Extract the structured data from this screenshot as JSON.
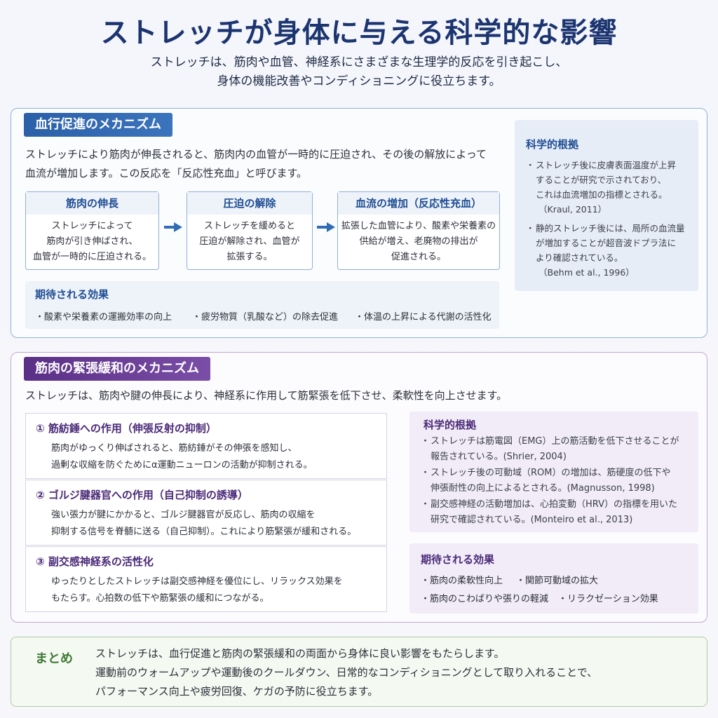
{
  "title": "ストレッチが身体に与える科学的な影響",
  "subtitle": [
    "ストレッチは、筋肉や血管、神経系にさまざまな生理学的反応を引き起こし、",
    "身体の機能改善やコンディショニングに役立ちます。"
  ],
  "blood": {
    "heading": "血行促進のメカニズム",
    "intro": [
      "ストレッチにより筋肉が伸長されると、筋肉内の血管が一時的に圧迫され、その後の解放によって",
      "血流が増加します。この反応を「反応性充血」と呼びます。"
    ],
    "steps": [
      {
        "title": "筋肉の伸長",
        "lines": [
          "ストレッチによって",
          "筋肉が引き伸ばされ、",
          "血管が一時的に圧迫される。"
        ]
      },
      {
        "title": "圧迫の解除",
        "lines": [
          "ストレッチを緩めると",
          "圧迫が解除され、血管が",
          "拡張する。"
        ]
      },
      {
        "title": "血流の増加（反応性充血）",
        "lines": [
          "拡張した血管により、酸素や栄養素の",
          "供給が増え、老廃物の排出が",
          "促進される。"
        ]
      }
    ],
    "effects_title": "期待される効果",
    "effects": [
      "・酸素や栄養素の運搬効率の向上",
      "・疲労物質（乳酸など）の除去促進",
      "・体温の上昇による代謝の活性化"
    ],
    "evidence_title": "科学的根拠",
    "evidence": [
      {
        "lines": [
          "ストレッチ後に皮膚表面温度が上昇",
          "することが研究で示されており、",
          "これは血流増加の指標とされる。"
        ],
        "cite": "（Kraul, 2011）"
      },
      {
        "lines": [
          "静的ストレッチ後には、局所の血流量",
          "が増加することが超音波ドプラ法に",
          "より確認されている。"
        ],
        "cite": "（Behm et al., 1996）"
      }
    ]
  },
  "muscle": {
    "heading": "筋肉の緊張緩和のメカニズム",
    "intro": "ストレッチは、筋肉や腱の伸長により、神経系に作用して筋緊張を低下させ、柔軟性を向上させます。",
    "mechanisms": [
      {
        "title": "① 筋紡錘への作用（伸張反射の抑制）",
        "lines": [
          "筋肉がゆっくり伸ばされると、筋紡錘がその伸張を感知し、",
          "過剰な収縮を防ぐためにα運動ニューロンの活動が抑制される。"
        ]
      },
      {
        "title": "② ゴルジ腱器官への作用（自己抑制の誘導）",
        "lines": [
          "強い張力が腱にかかると、ゴルジ腱器官が反応し、筋肉の収縮を",
          "抑制する信号を脊髄に送る（自己抑制）。これにより筋緊張が緩和される。"
        ]
      },
      {
        "title": "③ 副交感神経系の活性化",
        "lines": [
          "ゆったりとしたストレッチは副交感神経を優位にし、リラックス効果を",
          "もたらす。心拍数の低下や筋緊張の緩和につながる。"
        ]
      }
    ],
    "evidence_title": "科学的根拠",
    "evidence": [
      {
        "lines": [
          "ストレッチは筋電図（EMG）上の筋活動を低下させることが",
          "報告されている。(Shrier, 2004)"
        ]
      },
      {
        "lines": [
          "ストレッチ後の可動域（ROM）の増加は、筋硬度の低下や",
          "伸張耐性の向上によるとされる。(Magnusson, 1998)"
        ]
      },
      {
        "lines": [
          "副交感神経の活動増加は、心拍変動（HRV）の指標を用いた",
          "研究で確認されている。(Monteiro et al., 2013)"
        ]
      }
    ],
    "effects_title": "期待される効果",
    "effects": [
      "・筋肉の柔軟性向上",
      "・関節可動域の拡大",
      "・筋肉のこわばりや張りの軽減",
      "・リラクゼーション効果"
    ]
  },
  "summary": {
    "label": "まとめ",
    "lines": [
      "ストレッチは、血行促進と筋肉の緊張緩和の両面から身体に良い影響をもたらします。",
      "運動前のウォームアップや運動後のクールダウン、日常的なコンディショニングとして取り入れることで、",
      "パフォーマンス向上や疲労回復、ケガの予防に役立ちます。"
    ]
  },
  "colors": {
    "title": "#1c3570",
    "blue_accent": "#2b5fa8",
    "purple_accent": "#5a2f86",
    "green_accent": "#3f7a34",
    "arrow": "#2f6db3"
  },
  "icons": {
    "step_arrow": "right-arrow-icon"
  }
}
